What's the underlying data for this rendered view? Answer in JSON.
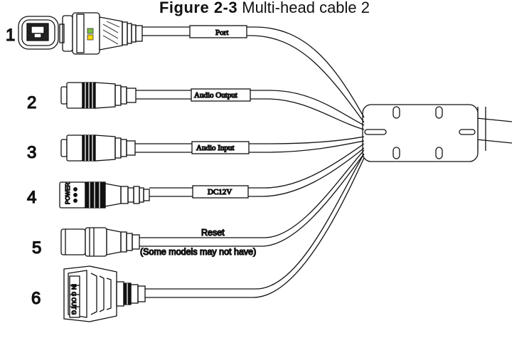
{
  "figure": {
    "title_prefix": "Figure 2-3",
    "title_rest": " Multi-head cable 2"
  },
  "connectors": [
    {
      "number": "1",
      "label": "Port"
    },
    {
      "number": "2",
      "label": "Audio Output"
    },
    {
      "number": "3",
      "label": "Audio Input"
    },
    {
      "number": "4",
      "label": "DC12V",
      "marking": "POWER"
    },
    {
      "number": "5",
      "label": "Reset",
      "note": "(Some models may not have)"
    },
    {
      "number": "6",
      "pins": [
        "IN",
        "G",
        "OUT",
        "G"
      ]
    }
  ]
}
